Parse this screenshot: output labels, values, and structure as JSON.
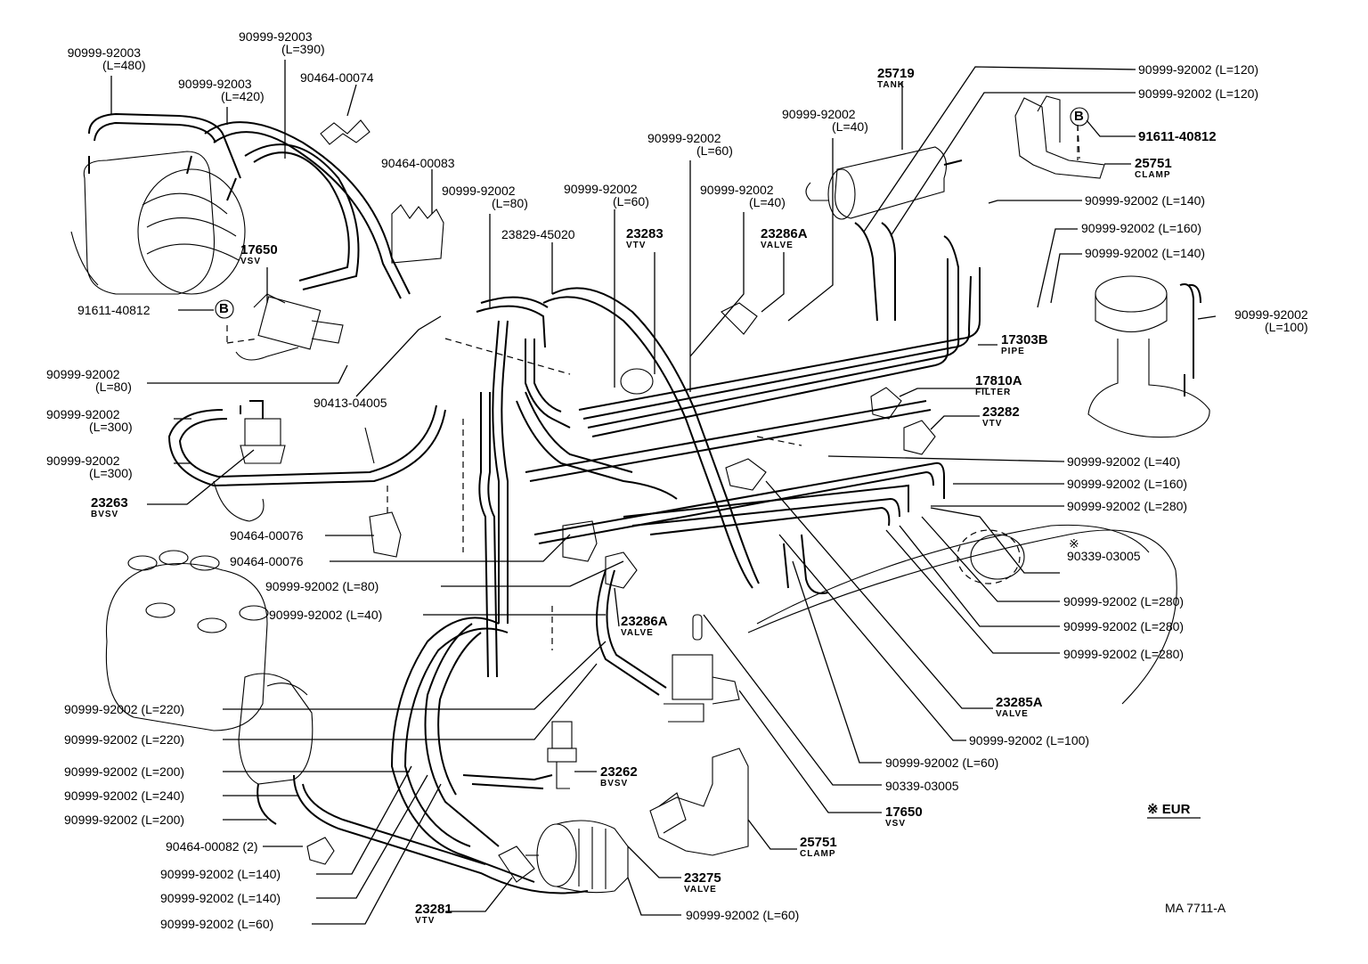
{
  "diagram": {
    "code": "MA 7711-A",
    "note": "※ EUR",
    "labels": [
      {
        "id": "l1",
        "part": "90999-92003",
        "qual": "(L=480)"
      },
      {
        "id": "l2",
        "part": "90999-92003",
        "qual": "(L=390)"
      },
      {
        "id": "l3",
        "part": "90999-92003",
        "qual": "(L=420)"
      },
      {
        "id": "l4",
        "part": "90464-00074",
        "qual": ""
      },
      {
        "id": "l5",
        "part": "90464-00083",
        "qual": ""
      },
      {
        "id": "l6",
        "part": "90999-92002",
        "qual": "(L=80)"
      },
      {
        "id": "l7",
        "part": "90999-92002",
        "qual": "(L=60)"
      },
      {
        "id": "l8",
        "part": "90999-92002",
        "qual": "(L=60)"
      },
      {
        "id": "l9",
        "part": "90999-92002",
        "qual": "(L=40)"
      },
      {
        "id": "l10",
        "part": "90999-92002",
        "qual": "(L=40)"
      },
      {
        "id": "l11",
        "part": "23829-45020",
        "qual": ""
      },
      {
        "id": "l12",
        "part": "23283",
        "qual": "VTV"
      },
      {
        "id": "l13",
        "part": "23286A",
        "qual": "VALVE"
      },
      {
        "id": "l14",
        "part": "25719",
        "qual": "TANK"
      },
      {
        "id": "l15",
        "part": "90999-92002",
        "qual": "(L=120)"
      },
      {
        "id": "l16",
        "part": "90999-92002",
        "qual": "(L=120)"
      },
      {
        "id": "l17",
        "part": "91611-40812",
        "qual": ""
      },
      {
        "id": "l18",
        "part": "25751",
        "qual": "CLAMP"
      },
      {
        "id": "l19",
        "part": "90999-92002",
        "qual": "(L=140)"
      },
      {
        "id": "l20",
        "part": "90999-92002",
        "qual": "(L=160)"
      },
      {
        "id": "l21",
        "part": "90999-92002",
        "qual": "(L=140)"
      },
      {
        "id": "l22",
        "part": "90999-92002",
        "qual": "(L=100)"
      },
      {
        "id": "l23",
        "part": "17303B",
        "qual": "PIPE"
      },
      {
        "id": "l24",
        "part": "17810A",
        "qual": "FILTER"
      },
      {
        "id": "l25",
        "part": "23282",
        "qual": "VTV"
      },
      {
        "id": "l26",
        "part": "90999-92002",
        "qual": "(L=40)"
      },
      {
        "id": "l27",
        "part": "90999-92002",
        "qual": "(L=160)"
      },
      {
        "id": "l28",
        "part": "90999-92002",
        "qual": "(L=280)"
      },
      {
        "id": "l29",
        "part": "90339-03005",
        "qual": "※"
      },
      {
        "id": "l30",
        "part": "90999-92002",
        "qual": "(L=280)"
      },
      {
        "id": "l31",
        "part": "90999-92002",
        "qual": "(L=280)"
      },
      {
        "id": "l32",
        "part": "90999-92002",
        "qual": "(L=280)"
      },
      {
        "id": "l33",
        "part": "23285A",
        "qual": "VALVE"
      },
      {
        "id": "l34",
        "part": "90999-92002",
        "qual": "(L=100)"
      },
      {
        "id": "l35",
        "part": "90999-92002",
        "qual": "(L=60)"
      },
      {
        "id": "l36",
        "part": "90339-03005",
        "qual": ""
      },
      {
        "id": "l37",
        "part": "17650",
        "qual": "VSV"
      },
      {
        "id": "l38",
        "part": "25751",
        "qual": "CLAMP"
      },
      {
        "id": "l39",
        "part": "23275",
        "qual": "VALVE"
      },
      {
        "id": "l40",
        "part": "90999-92002",
        "qual": "(L=60)"
      },
      {
        "id": "l41",
        "part": "23281",
        "qual": "VTV"
      },
      {
        "id": "l42",
        "part": "90999-92002",
        "qual": "(L=60)"
      },
      {
        "id": "l43",
        "part": "90999-92002",
        "qual": "(L=140)"
      },
      {
        "id": "l44",
        "part": "90999-92002",
        "qual": "(L=140)"
      },
      {
        "id": "l45",
        "part": "90464-00082",
        "qual": "(2)"
      },
      {
        "id": "l46",
        "part": "90999-92002",
        "qual": "(L=200)"
      },
      {
        "id": "l47",
        "part": "90999-92002",
        "qual": "(L=240)"
      },
      {
        "id": "l48",
        "part": "90999-92002",
        "qual": "(L=200)"
      },
      {
        "id": "l49",
        "part": "90999-92002",
        "qual": "(L=220)"
      },
      {
        "id": "l50",
        "part": "90999-92002",
        "qual": "(L=220)"
      },
      {
        "id": "l51",
        "part": "23262",
        "qual": "BVSV"
      },
      {
        "id": "l52",
        "part": "23286A",
        "qual": "VALVE"
      },
      {
        "id": "l53",
        "part": "90999-92002",
        "qual": "(L=40)"
      },
      {
        "id": "l54",
        "part": "90999-92002",
        "qual": "(L=80)"
      },
      {
        "id": "l55",
        "part": "90464-00076",
        "qual": ""
      },
      {
        "id": "l56",
        "part": "90464-00076",
        "qual": ""
      },
      {
        "id": "l57",
        "part": "23263",
        "qual": "BVSV"
      },
      {
        "id": "l58",
        "part": "90999-92002",
        "qual": "(L=300)"
      },
      {
        "id": "l59",
        "part": "90999-92002",
        "qual": "(L=300)"
      },
      {
        "id": "l60",
        "part": "90999-92002",
        "qual": "(L=80)"
      },
      {
        "id": "l61",
        "part": "90413-04005",
        "qual": ""
      },
      {
        "id": "l62",
        "part": "91611-40812",
        "qual": ""
      },
      {
        "id": "l63",
        "part": "17650",
        "qual": "VSV"
      }
    ],
    "markers": {
      "b1": "B",
      "b2": "B"
    }
  }
}
